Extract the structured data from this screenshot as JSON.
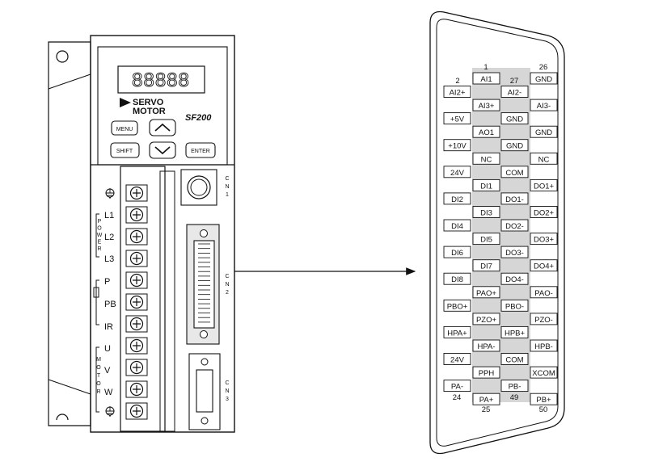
{
  "drive": {
    "display": "88888",
    "brand_line1": "SERVO",
    "brand_line2": "MOTOR",
    "model": "SF200",
    "buttons": {
      "menu": "MENU",
      "shift": "SHIFT",
      "enter": "ENTER"
    },
    "power_group": "POWER",
    "motor_group": "MOTOR",
    "terminals": [
      "L1",
      "L2",
      "L3",
      "P",
      "PB",
      "IR",
      "U",
      "V",
      "W"
    ],
    "connectors": {
      "cn1": "CN1",
      "cn2": "CN2",
      "cn3": "CN3"
    }
  },
  "cn2_pinout": {
    "pin_numbers": {
      "p1": "1",
      "p2": "2",
      "p24": "24",
      "p25": "25",
      "p26": "26",
      "p27": "27",
      "p49": "49",
      "p50": "50"
    },
    "col_left": [
      "AI2+",
      "+5V",
      "+10V",
      "24V",
      "DI2",
      "DI4",
      "DI6",
      "DI8",
      "PBO+",
      "HPA+",
      "24V",
      "PA-"
    ],
    "col_mid": [
      "AI1",
      "AI3+",
      "AO1",
      "NC",
      "DI1",
      "DI3",
      "DI5",
      "DI7",
      "PAO+",
      "PZO+",
      "HPA-",
      "PPH",
      "PA+"
    ],
    "col_center": [
      "AI2-",
      "GND",
      "GND",
      "COM",
      "DO1-",
      "DO2-",
      "DO3-",
      "DO4-",
      "PBO-",
      "HPB+",
      "COM",
      "PB-"
    ],
    "col_right": [
      "GND",
      "AI3-",
      "GND",
      "NC",
      "DO1+",
      "DO2+",
      "DO3+",
      "DO4+",
      "PAO-",
      "PZO-",
      "HPB-",
      "XCOM",
      "PB+"
    ]
  }
}
